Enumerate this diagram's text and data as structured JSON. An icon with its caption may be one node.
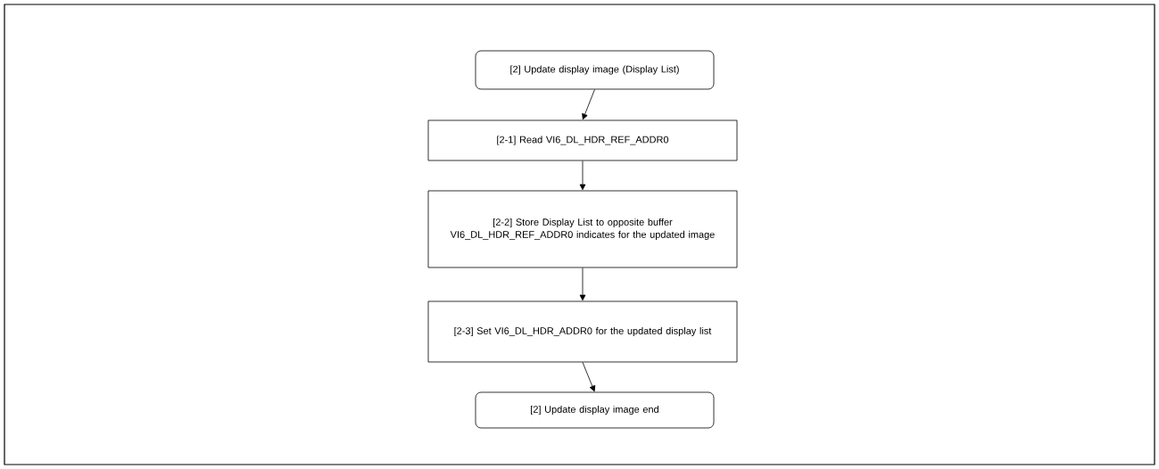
{
  "diagram": {
    "nodes": [
      {
        "text": [
          "[2] Update display image (Display List)"
        ]
      },
      {
        "text": [
          "[2-1] Read VI6_DL_HDR_REF_ADDR0"
        ]
      },
      {
        "text": [
          "[2-2] Store Display List to opposite buffer VI6_DL_HDR_REF_ADDR0 indicates for the updated image"
        ]
      },
      {
        "text": [
          "[2-3] Set VI6_DL_HDR_ADDR0 for the updated display list"
        ]
      },
      {
        "text": [
          "[2] Update display image end"
        ]
      }
    ],
    "edges": [
      {
        "from": 0,
        "to": 1,
        "arrow": "to"
      },
      {
        "from": 1,
        "to": 2,
        "arrow": "to"
      },
      {
        "from": 2,
        "to": 3,
        "arrow": "to"
      },
      {
        "from": 3,
        "to": 4,
        "arrow": "to"
      }
    ]
  }
}
